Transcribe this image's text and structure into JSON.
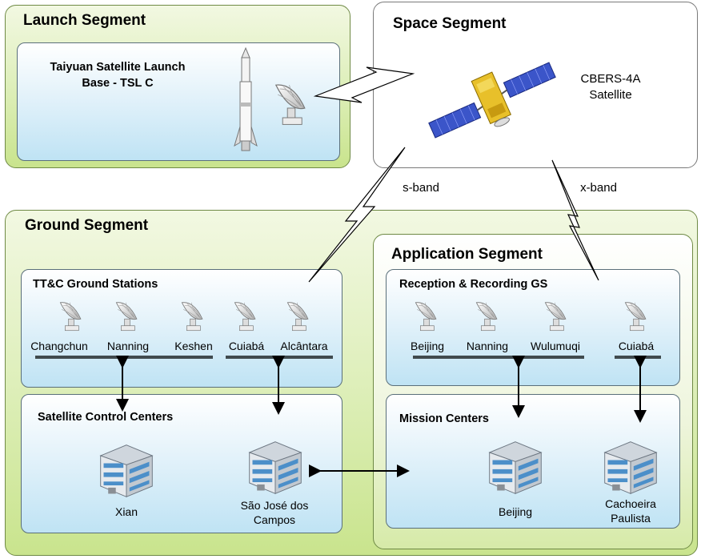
{
  "launch_segment": {
    "title": "Launch Segment",
    "base_name_line1": "Taiyuan Satellite Launch",
    "base_name_line2": "Base - TSL C"
  },
  "space_segment": {
    "title": "Space Segment",
    "satellite_line1": "CBERS-4A",
    "satellite_line2": "Satellite"
  },
  "links": {
    "s_band": "s-band",
    "x_band": "x-band"
  },
  "ground_segment": {
    "title": "Ground Segment",
    "ttc": {
      "title": "TT&C Ground Stations",
      "stations": [
        "Changchun",
        "Nanning",
        "Keshen",
        "Cuiabá",
        "Alcântara"
      ]
    },
    "control": {
      "title": "Satellite Control Centers",
      "centers": [
        {
          "line1": "Xian",
          "line2": ""
        },
        {
          "line1": "São José dos",
          "line2": "Campos"
        }
      ]
    }
  },
  "application_segment": {
    "title": "Application Segment",
    "reception": {
      "title": "Reception & Recording GS",
      "stations": [
        "Beijing",
        "Nanning",
        "Wulumuqi",
        "Cuiabá"
      ]
    },
    "mission": {
      "title": "Mission Centers",
      "centers": [
        {
          "line1": "Beijing",
          "line2": ""
        },
        {
          "line1": "Cachoeira",
          "line2": "Paulista"
        }
      ]
    }
  },
  "icons": {
    "rocket": "rocket-icon",
    "antenna": "satellite-dish-icon",
    "satellite": "satellite-icon",
    "building": "building-icon"
  }
}
